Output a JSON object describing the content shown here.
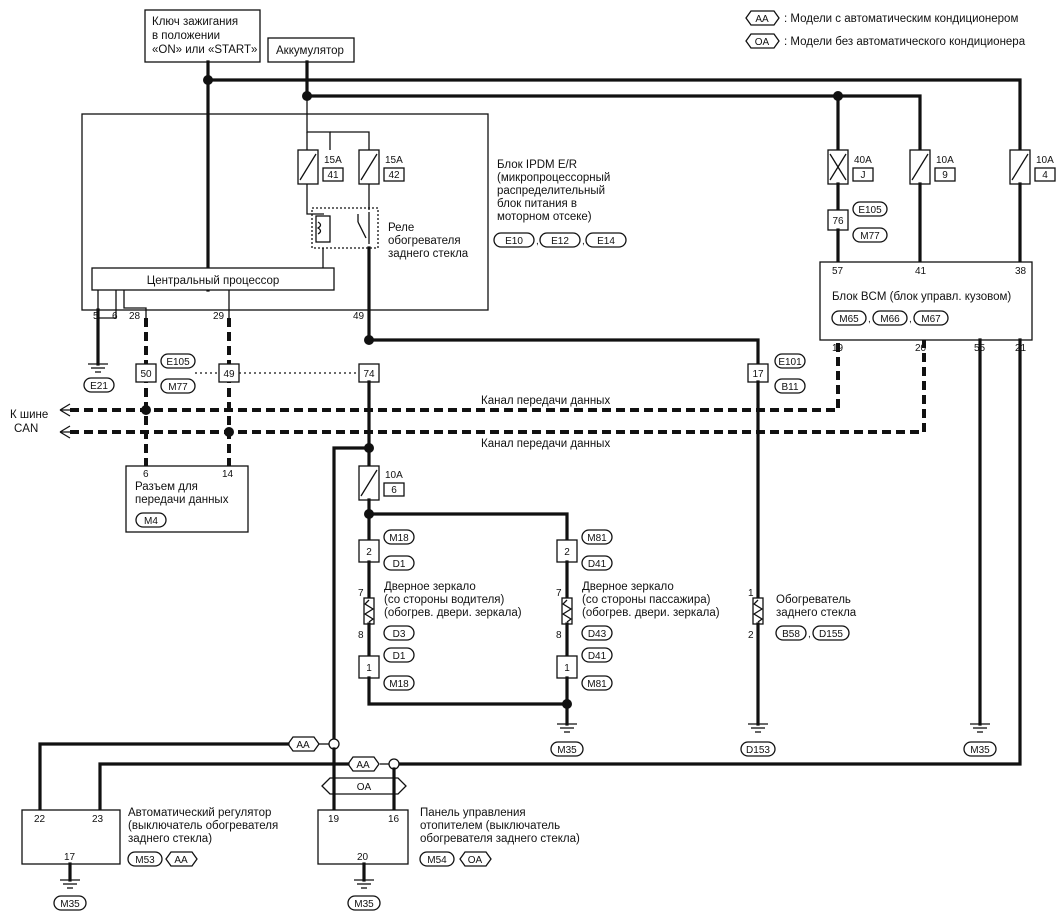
{
  "legend": {
    "aa_tag": "AA",
    "aa_text": ": Модели с автоматическим кондиционером",
    "oa_tag": "OA",
    "oa_text": ": Модели без автоматического кондиционера"
  },
  "ignition_box": [
    "Ключ зажигания",
    "в положении",
    "«ON» или «START»"
  ],
  "battery_box": "Аккумулятор",
  "fuses": {
    "f41": {
      "amp": "15A",
      "num": "41"
    },
    "f42": {
      "amp": "15A",
      "num": "42"
    },
    "fj": {
      "amp": "40A",
      "num": "J"
    },
    "f9": {
      "amp": "10A",
      "num": "9"
    },
    "f4": {
      "amp": "10A",
      "num": "4"
    },
    "f6": {
      "amp": "10A",
      "num": "6"
    }
  },
  "ipdm": {
    "title": [
      "Блок IPDM E/R",
      "(микропроцессорный",
      "распределительный",
      "блок питания в",
      "моторном отсеке)"
    ],
    "connectors": [
      "E10",
      "E12",
      "E14"
    ],
    "relay": [
      "Реле",
      "обогревателя",
      "заднего стекла"
    ],
    "cpu": "Центральный процессор",
    "pins": [
      "5",
      "6",
      "28",
      "29",
      "49"
    ]
  },
  "bcm": {
    "title": "Блок BCM (блок управл. кузовом)",
    "connectors": [
      "M65",
      "M66",
      "M67"
    ],
    "top_pins": [
      "57",
      "41",
      "38"
    ],
    "bottom_pins": [
      "19",
      "20",
      "55",
      "21"
    ]
  },
  "link_76": {
    "pin": "76",
    "c1": "E105",
    "c2": "M77"
  },
  "joints": {
    "j50": {
      "pin": "50",
      "c1": "E105",
      "c2": "M77"
    },
    "j49": "49",
    "j74": "74",
    "j17": {
      "pin": "17",
      "c1": "E101",
      "c2": "B11"
    }
  },
  "grounds": {
    "e21": "E21",
    "m35a": "M35",
    "d153": "D153",
    "m35b": "M35",
    "m35c": "M35",
    "m35d": "M35"
  },
  "can": {
    "left": [
      "К шине",
      "CAN"
    ],
    "line1": "Канал передачи данных",
    "line2": "Канал передачи данных"
  },
  "dlc": {
    "pins": [
      "6",
      "14"
    ],
    "title": [
      "Разъем для",
      "передачи данных"
    ],
    "conn": "M4"
  },
  "mirror_driver": {
    "c_top": [
      "M18",
      "D1"
    ],
    "pin_top": "2",
    "r_pins": [
      "7",
      "8"
    ],
    "title": [
      "Дверное зеркало",
      "(со стороны водителя)",
      "(обогрев. двери. зеркала)"
    ],
    "c_mid": "D3",
    "c_bot": [
      "D1",
      "M18"
    ],
    "pin_bot": "1"
  },
  "mirror_passenger": {
    "c_top": [
      "M81",
      "D41"
    ],
    "pin_top": "2",
    "r_pins": [
      "7",
      "8"
    ],
    "title": [
      "Дверное зеркало",
      "(со стороны пассажира)",
      "(обогрев. двери. зеркала)"
    ],
    "c_mid": "D43",
    "c_bot": [
      "D41",
      "M81"
    ],
    "pin_bot": "1"
  },
  "rear_heater": {
    "pins": [
      "1",
      "2"
    ],
    "title": [
      "Обогреватель",
      "заднего стекла"
    ],
    "c1": "B58",
    "c2": "D155"
  },
  "auto_ctrl": {
    "pins": [
      "22",
      "23",
      "17"
    ],
    "title": [
      "Автоматический регулятор",
      "(выключатель обогревателя",
      "заднего стекла)"
    ],
    "conn": "M53",
    "tag": "AA"
  },
  "heater_panel": {
    "pins": [
      "19",
      "16",
      "20"
    ],
    "title": [
      "Панель управления",
      "отопителем (выключатель",
      "обогревателя заднего стекла)"
    ],
    "conn": "M54",
    "tag": "OA"
  },
  "branch_tags": {
    "aa1": "AA",
    "aa2": "AA",
    "oa": "OA"
  }
}
